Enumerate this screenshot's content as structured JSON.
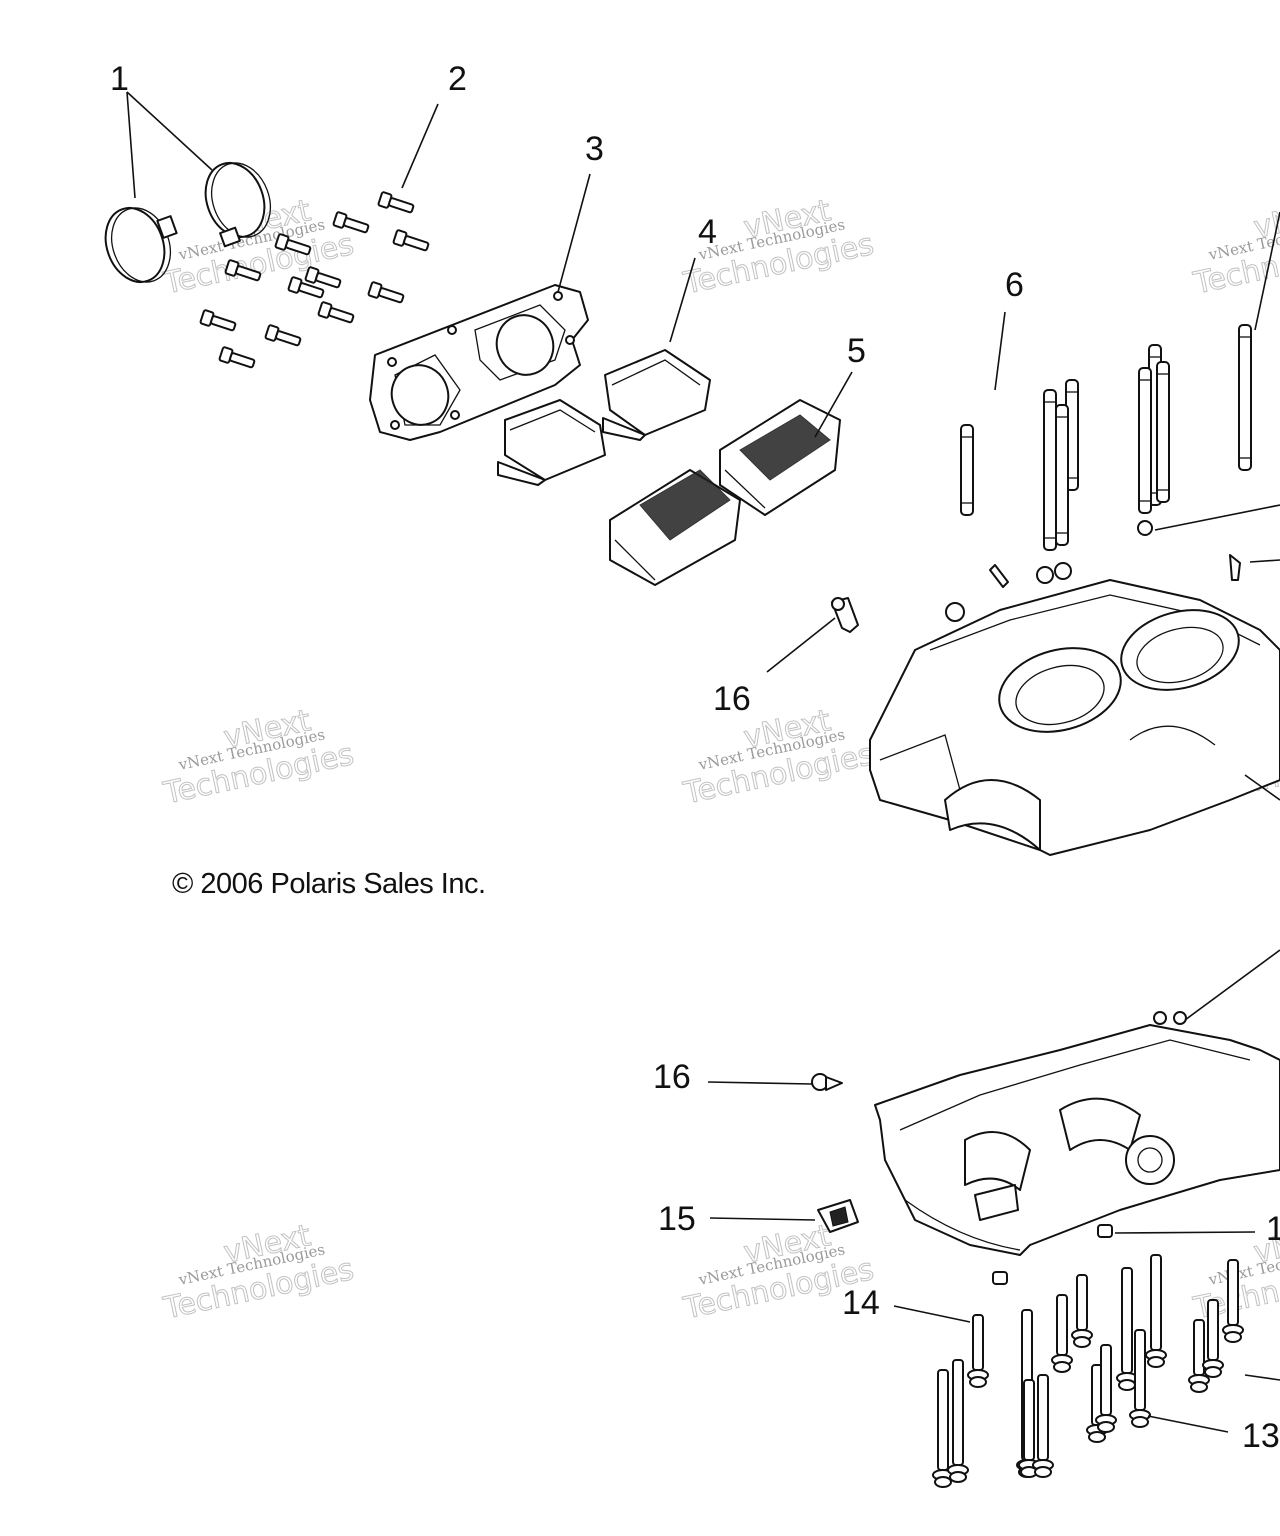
{
  "copyright": "© 2006 Polaris Sales Inc.",
  "watermark": {
    "brand": "vNext",
    "line1": "vNext Technologies",
    "line2": "Technologies"
  },
  "callouts": [
    {
      "id": "1",
      "label": "1"
    },
    {
      "id": "2",
      "label": "2"
    },
    {
      "id": "3",
      "label": "3"
    },
    {
      "id": "4",
      "label": "4"
    },
    {
      "id": "5",
      "label": "5"
    },
    {
      "id": "6",
      "label": "6"
    },
    {
      "id": "16a",
      "label": "16"
    },
    {
      "id": "16b",
      "label": "16"
    },
    {
      "id": "15",
      "label": "15"
    },
    {
      "id": "14",
      "label": "14"
    },
    {
      "id": "13",
      "label": "13"
    },
    {
      "id": "1x",
      "label": "1"
    }
  ]
}
